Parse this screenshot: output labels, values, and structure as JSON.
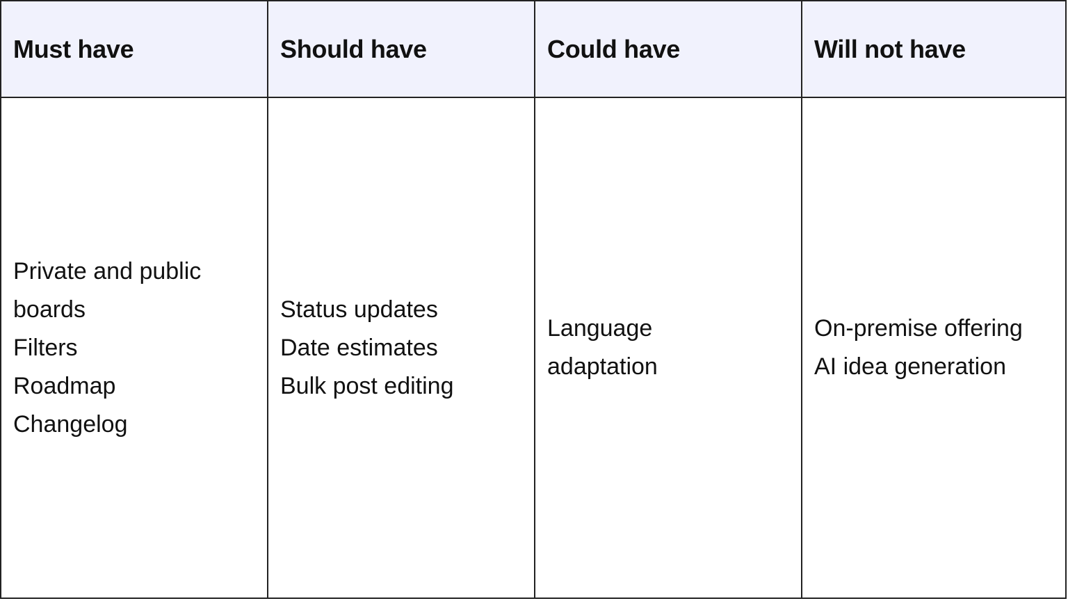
{
  "table": {
    "headers": [
      "Must have",
      "Should have",
      "Could have",
      "Will not have"
    ],
    "columns": [
      {
        "items": [
          "Private and public",
          "boards",
          "Filters",
          "Roadmap",
          "Changelog"
        ]
      },
      {
        "items": [
          "Status updates",
          "Date estimates",
          "Bulk post editing"
        ]
      },
      {
        "items": [
          "Language",
          "adaptation"
        ]
      },
      {
        "items": [
          "On-premise offering",
          "AI idea generation"
        ]
      }
    ],
    "colors": {
      "header_bg": "#f1f2fd",
      "border": "#222222"
    }
  }
}
